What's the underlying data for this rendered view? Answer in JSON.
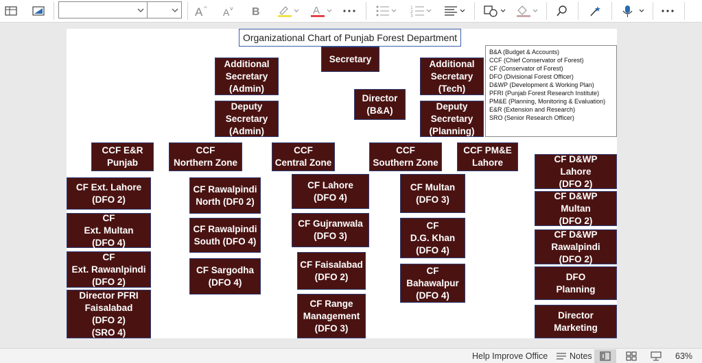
{
  "toolbar": {
    "icons": [
      "table-icon",
      "chart-icon",
      "font-size-increase-icon",
      "font-size-decrease-icon",
      "bold-icon",
      "highlight-icon",
      "font-color-icon",
      "more-icon",
      "bullets-icon",
      "numbering-icon",
      "align-icon",
      "shapes-icon",
      "shape-fill-icon",
      "search-icon",
      "design-ideas-icon",
      "dictate-icon",
      "more-options-icon"
    ],
    "font_name": "",
    "font_size": "",
    "highlight_color": "#f2e24a",
    "font_color": "#e0444a"
  },
  "chart": {
    "title": "Organizational Chart of Punjab Forest Department",
    "box_color": "#4a1312",
    "legend": [
      "B&A (Budget & Accounts)",
      "CCF (Chief Conservator of Forest)",
      "CF (Conservator of Forest)",
      "DFO (Divisional Forest Officer)",
      "D&WP (Development & Working Plan)",
      "PFRI (Punjab Forest Research Institute)",
      "PM&E (Planning, Monitoring & Evaluation)",
      "E&R (Extension and Research)",
      "SRO (Senior Research Officer)"
    ],
    "boxes": {
      "secretary": "Secretary",
      "addl_sec_admin": "Additional\nSecretary\n(Admin)",
      "addl_sec_tech": "Additional\nSecretary\n(Tech)",
      "deputy_sec_admin": "Deputy\nSecretary\n(Admin)",
      "director_ba": "Director\n(B&A)",
      "deputy_sec_planning": "Deputy\nSecretary\n(Planning)",
      "ccf_er": "CCF E&R\nPunjab",
      "ccf_north": "CCF\nNorthern Zone",
      "ccf_central": "CCF\nCentral Zone",
      "ccf_south": "CCF\nSouthern Zone",
      "ccf_pme": "CCF PM&E\nLahore",
      "cf_ext_lahore": "CF Ext. Lahore\n(DFO 2)",
      "cf_ext_multan": "CF\nExt. Multan\n(DFO 4)",
      "cf_ext_rawalpindi": "CF\nExt. Rawanlpindi\n(DFO 2)",
      "director_pfri": "Director PFRI\nFaisalabad\n(DFO 2)\n(SRO 4)",
      "cf_rwp_north": "CF Rawalpindi\nNorth (DF0 2)",
      "cf_rwp_south": "CF Rawalpindi\nSouth (DFO 4)",
      "cf_sargodha": "CF Sargodha\n(DFO 4)",
      "cf_lahore": "CF Lahore\n(DFO 4)",
      "cf_gujranwala": "CF Gujranwala\n(DFO 3)",
      "cf_faisalabad": "CF Faisalabad\n(DFO 2)",
      "cf_range_mgmt": "CF Range\nManagement\n(DFO 3)",
      "cf_multan": "CF Multan\n(DFO 3)",
      "cf_dg_khan": "CF\nD.G. Khan\n(DFO 4)",
      "cf_bahawalpur": "CF\nBahawalpur\n(DFO 4)",
      "cf_dwp_lahore": "CF D&WP\nLahore\n(DFO 2)",
      "cf_dwp_multan": "CF D&WP\nMultan\n(DFO 2)",
      "cf_dwp_rawalpindi": "CF D&WP\nRawalpindi\n(DFO 2)",
      "dfo_planning": "DFO\nPlanning",
      "director_marketing": "Director\nMarketing"
    }
  },
  "statusbar": {
    "help": "Help Improve Office",
    "notes": "Notes",
    "zoom": "63%"
  }
}
